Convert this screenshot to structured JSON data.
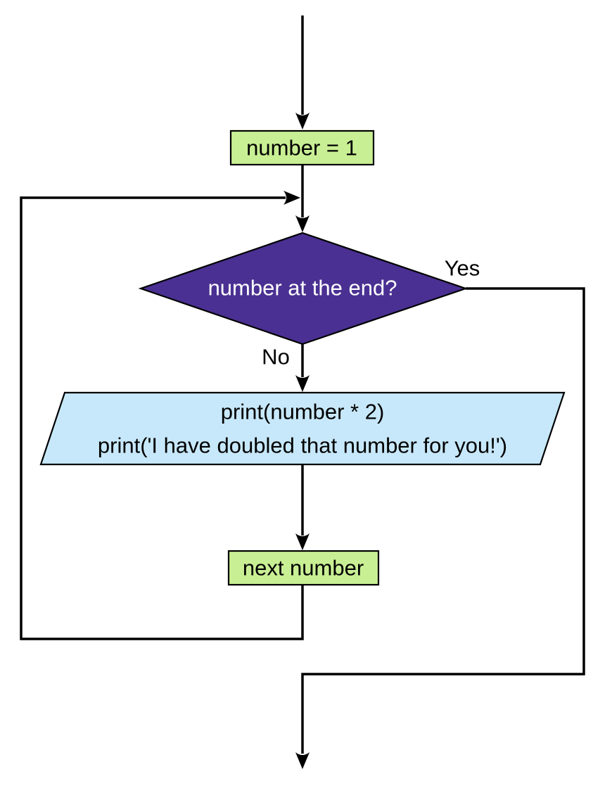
{
  "diagram": {
    "type": "flowchart",
    "background": "#ffffff",
    "colors": {
      "process_fill": "#c9ef94",
      "decision_fill": "#4a3092",
      "io_fill": "#c7e8fa",
      "line": "#000000",
      "decision_text": "#ffffff",
      "label_text": "#000000"
    },
    "nodes": {
      "start": {
        "shape": "process-rect",
        "label": "number = 1"
      },
      "decision": {
        "shape": "diamond",
        "label": "number at the end?"
      },
      "io": {
        "shape": "parallelogram",
        "line1": "print(number * 2)",
        "line2": "print('I have doubled that number for you!')"
      },
      "next": {
        "shape": "process-rect",
        "label": "next number"
      }
    },
    "edge_labels": {
      "yes": "Yes",
      "no": "No"
    },
    "edges": [
      {
        "from": "entry",
        "to": "start"
      },
      {
        "from": "start",
        "to": "decision"
      },
      {
        "from": "decision",
        "to": "io",
        "label": "No"
      },
      {
        "from": "io",
        "to": "next"
      },
      {
        "from": "next",
        "to": "decision"
      },
      {
        "from": "decision",
        "to": "exit",
        "label": "Yes"
      }
    ]
  }
}
